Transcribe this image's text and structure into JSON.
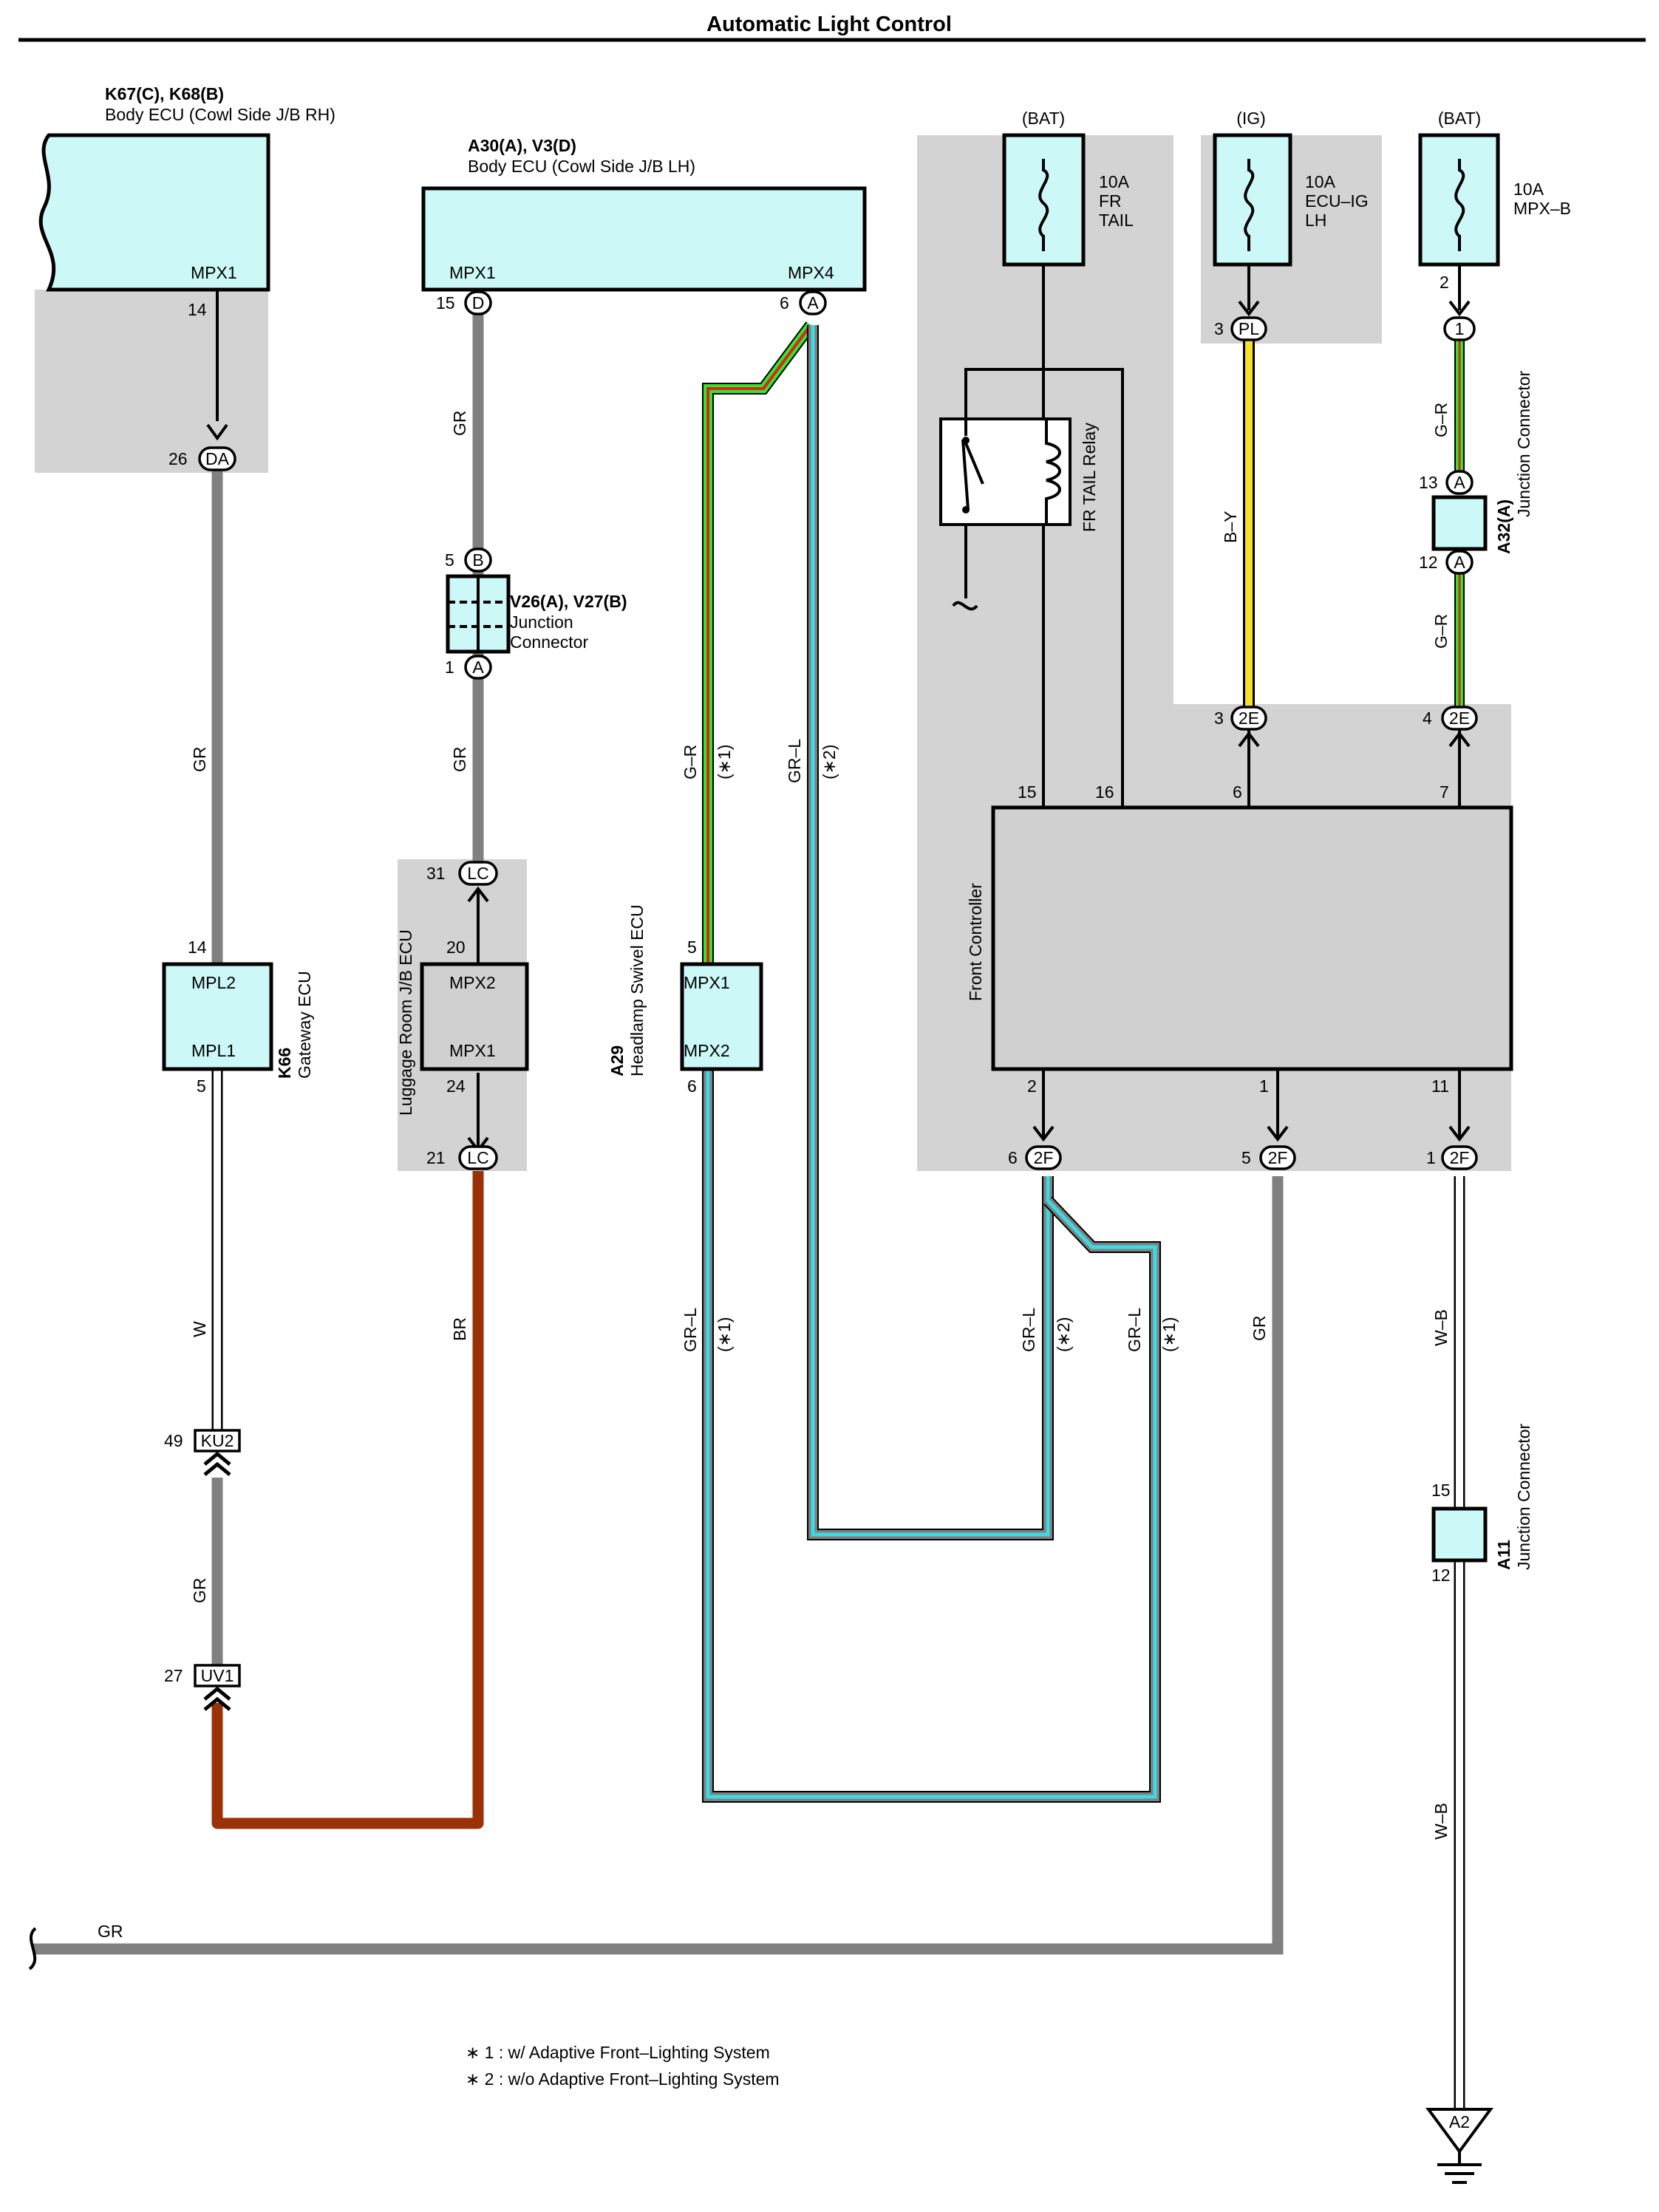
{
  "title": "Automatic Light Control",
  "components": {
    "k67": {
      "code": "K67(C), K68(B)",
      "name": "Body ECU (Cowl Side J/B RH)",
      "pin_label": "MPX1"
    },
    "a30": {
      "code": "A30(A), V3(D)",
      "name": "Body ECU (Cowl Side J/B LH)",
      "pin1": "MPX1",
      "pin2": "MPX4"
    },
    "v26": {
      "code": "V26(A), V27(B)",
      "name1": "Junction",
      "name2": "Connector"
    },
    "k66": {
      "code": "K66",
      "name": "Gateway ECU",
      "pin1": "MPL2",
      "pin2": "MPL1"
    },
    "luggage": {
      "name": "Luggage Room J/B ECU",
      "pin1": "MPX2",
      "pin2": "MPX1"
    },
    "a29": {
      "code": "A29",
      "name": "Headlamp Swivel ECU",
      "pin1": "MPX1",
      "pin2": "MPX2"
    },
    "front": {
      "name": "Front Controller"
    },
    "relay": {
      "name": "FR TAIL Relay"
    },
    "a32": {
      "code": "A32(A)",
      "name": "Junction Connector"
    },
    "a11": {
      "code": "A11",
      "name": "Junction Connector"
    },
    "ground": "A2"
  },
  "fuses": {
    "f1": {
      "source": "(BAT)",
      "line1": "10A",
      "line2": "FR",
      "line3": "TAIL"
    },
    "f2": {
      "source": "(IG)",
      "line1": "10A",
      "line2": "ECU–IG",
      "line3": "LH"
    },
    "f3": {
      "source": "(BAT)",
      "line1": "10A",
      "line2": "MPX–B"
    }
  },
  "connectors": {
    "da": "DA",
    "d": "D",
    "a": "A",
    "b": "B",
    "a_low": "A",
    "lc1": "LC",
    "lc2": "LC",
    "pl": "PL",
    "one": "1",
    "a32a": "A",
    "a32b": "A",
    "e2a": "2E",
    "e2b": "2E",
    "f2a": "2F",
    "f2b": "2F",
    "f2c": "2F",
    "ku2": "KU2",
    "uv1": "UV1"
  },
  "pins": {
    "k67_14": "14",
    "da_26": "26",
    "d_15": "15",
    "a_6": "6",
    "b_5": "5",
    "a_1": "1",
    "k66_14": "14",
    "k66_5": "5",
    "lc_31": "31",
    "lug_20": "20",
    "lug_24": "24",
    "lc_21": "21",
    "a29_5": "5",
    "a29_6": "6",
    "pl_3": "3",
    "fuse3_2": "2",
    "a32_13": "13",
    "a32_12": "12",
    "e2_3": "3",
    "e2_4": "4",
    "fc_15": "15",
    "fc_16": "16",
    "fc_6": "6",
    "fc_7": "7",
    "fc_2": "2",
    "fc_1": "1",
    "fc_11": "11",
    "f2_6": "6",
    "f2_5": "5",
    "f2_1": "1",
    "ku2_49": "49",
    "uv1_27": "27",
    "a11_15": "15",
    "a11_12": "12"
  },
  "wires": {
    "w_gr1": "GR",
    "w_gr2": "GR",
    "w_gr3": "GR",
    "w_gr4": "GR",
    "w_gr5": "GR",
    "w_gr6": "GR",
    "w_w": "W",
    "w_br": "BR",
    "w_gr_r1": "G–R",
    "w_note1a": "(∗1)",
    "w_gr_l1": "GR–L",
    "w_note2a": "(∗2)",
    "w_by": "B–Y",
    "w_gr_r2": "G–R",
    "w_gr_r3": "G–R",
    "w_gr_l2": "GR–L",
    "w_note1b": "(∗1)",
    "w_gr_l3": "GR–L",
    "w_note2b": "(∗2)",
    "w_gr_l4": "GR–L",
    "w_note1c": "(∗1)",
    "w_wb1": "W–B",
    "w_wb2": "W–B"
  },
  "notes": {
    "n1": "∗ 1 : w/ Adaptive Front–Lighting System",
    "n2": "∗ 2 : w/o Adaptive Front–Lighting System"
  },
  "wire_colors": {
    "GR": "#808080",
    "BR": "#9b3106",
    "G": "#2ee82e",
    "R": "#e62020",
    "L": "#39dbe6",
    "Y": "#f5e12b",
    "B": "#000000",
    "W": "#ffffff"
  }
}
